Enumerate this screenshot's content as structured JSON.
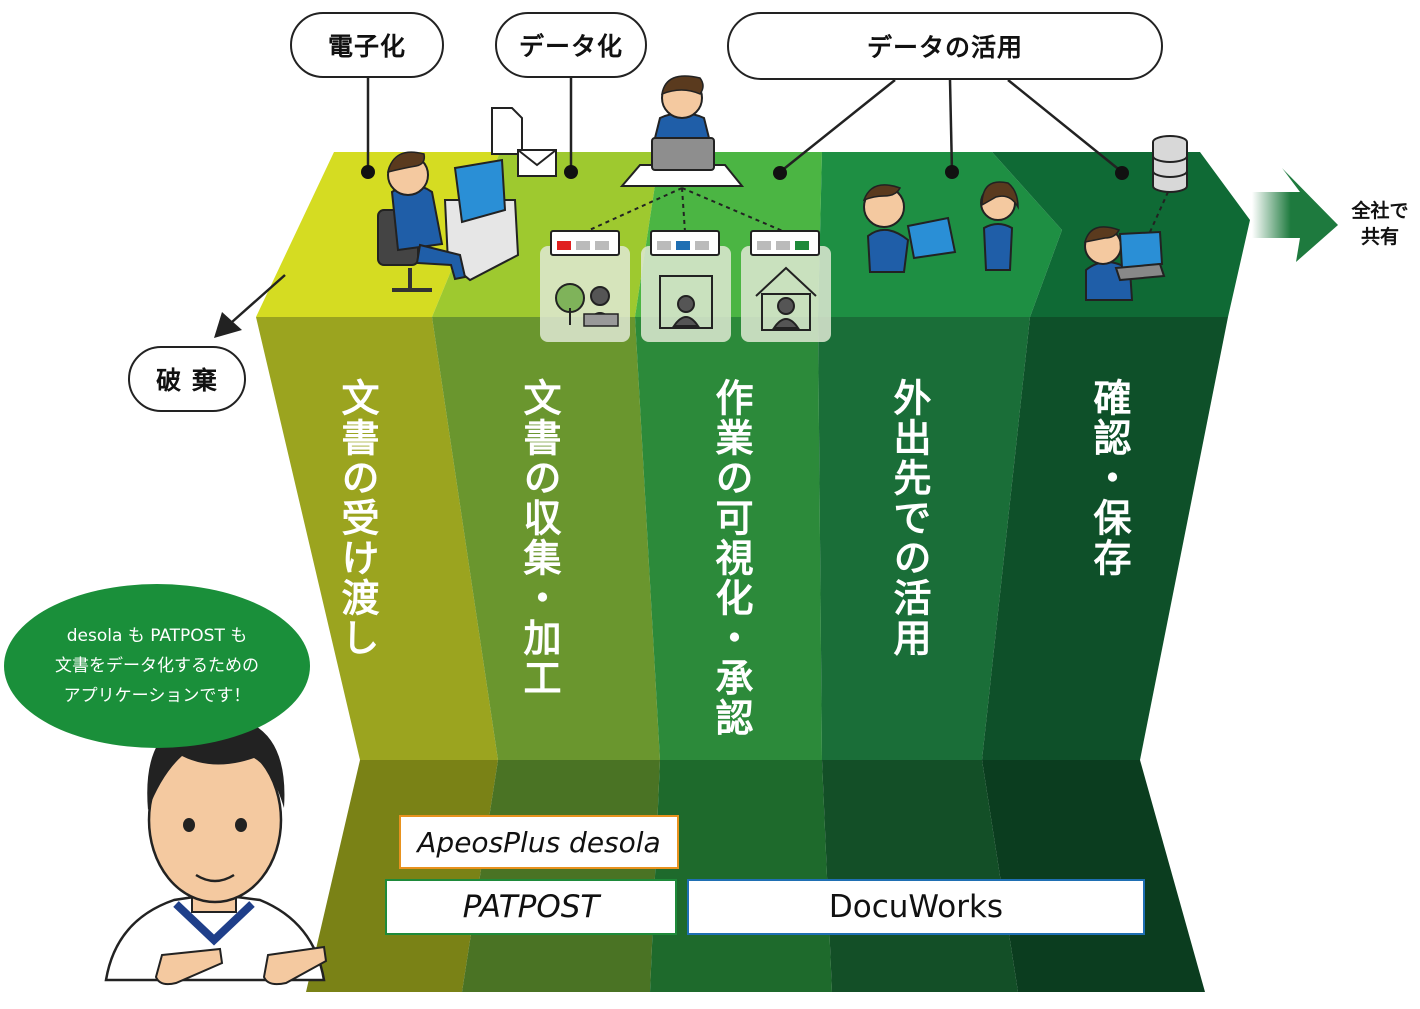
{
  "top_labels": {
    "digitize": "電子化",
    "datafy": "データ化",
    "utilize": "データの活用"
  },
  "discard": "破 棄",
  "share": [
    "全社で",
    "共有"
  ],
  "stages": [
    "文書の受け渡し",
    "文書の収集・加工",
    "作業の可視化・承認",
    "外出先での活用",
    "確認・保存"
  ],
  "bubble": [
    "desola も PATPOST も",
    "文書をデータ化するための",
    "アプリケーションです！"
  ],
  "products": {
    "desola": "ApeosPlus desola",
    "patpost": "PATPOST",
    "docuworks": "DocuWorks"
  },
  "colors": {
    "lime": "#d5dc22",
    "olive": "#9aa41f",
    "green": "#3a9a3a",
    "dark_green": "#0d4a26",
    "accent_orange": "#e8921e",
    "accent_green": "#1e8a3a",
    "accent_blue": "#1f6fb3"
  },
  "icons": [
    "clerk-at-desk-icon",
    "document-icon",
    "envelope-icon",
    "presenter-with-laptop-icon",
    "app-window-icon",
    "tree-person-icon",
    "building-person-icon",
    "house-person-icon",
    "person-with-tablet-icon",
    "thinking-person-icon",
    "database-icon",
    "person-with-laptop-icon",
    "share-arrow-icon",
    "presenter-mascot-icon"
  ]
}
